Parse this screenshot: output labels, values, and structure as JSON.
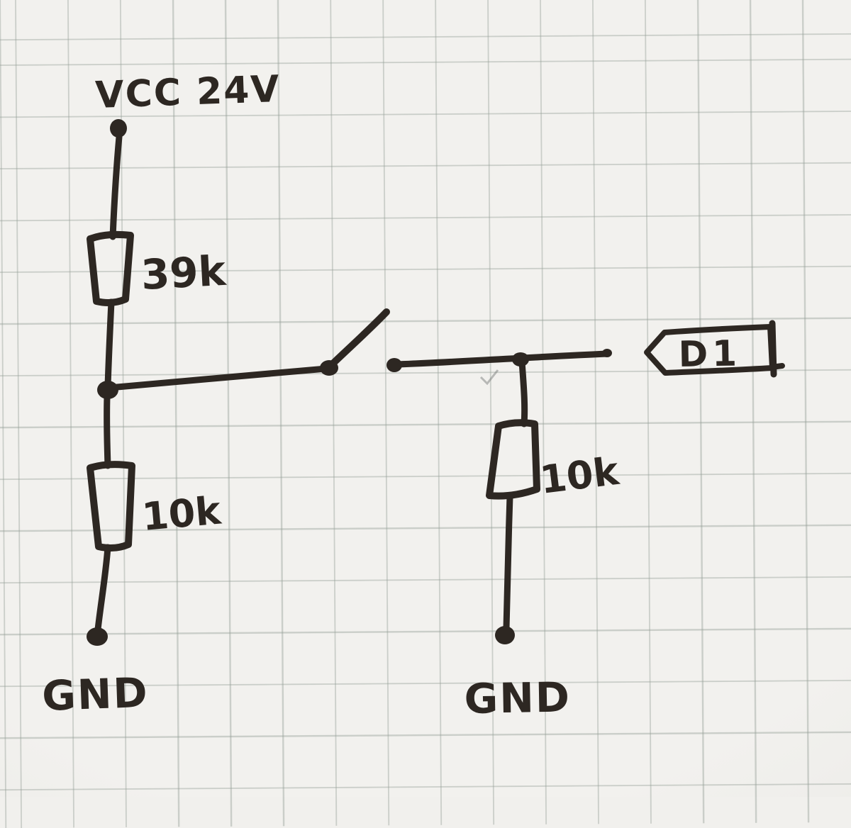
{
  "colors": {
    "ink": "#2d2722",
    "paper": "#f2f1ee",
    "grid_line": "#99a29b"
  },
  "labels": {
    "supply": "VCC 24V",
    "r1_value": "39k",
    "r2_value": "10k",
    "r3_value": "10k",
    "gnd_left": "GND",
    "gnd_right": "GND",
    "net_flag": "D1"
  },
  "circuit": {
    "kind": "hand-drawn schematic sketch on squared paper",
    "summary": "A 24 V supply feeds a 39k resistor into a divider node; the node has a 10k resistor to ground and connects through an open switch to net flag D1, which has its own 10k pull-down resistor to ground.",
    "components": [
      {
        "ref": "supply",
        "label": "VCC 24V",
        "type": "power terminal"
      },
      {
        "ref": "R1",
        "label": "39k",
        "type": "resistor",
        "from": "VCC 24V",
        "to": "divider node"
      },
      {
        "ref": "R2",
        "label": "10k",
        "type": "resistor",
        "from": "divider node",
        "to": "GND"
      },
      {
        "ref": "S1",
        "label": "",
        "type": "open switch",
        "from": "divider node",
        "to": "net D1"
      },
      {
        "ref": "R3",
        "label": "10k",
        "type": "resistor",
        "from": "net D1",
        "to": "GND"
      },
      {
        "ref": "D1",
        "label": "D1",
        "type": "net flag"
      }
    ]
  }
}
